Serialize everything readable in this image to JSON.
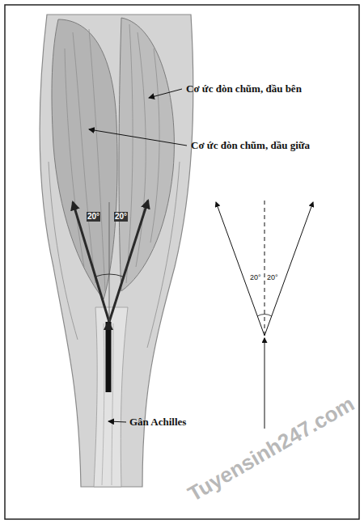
{
  "diagram": {
    "labels": [
      "Cơ ức đòn chũm, đầu bên",
      "Cơ ức đòn chũm, dầu giữa",
      "20°",
      "20°",
      "20°",
      "20°",
      "Gân Achilles",
      "Tuyensinh247.com"
    ]
  }
}
